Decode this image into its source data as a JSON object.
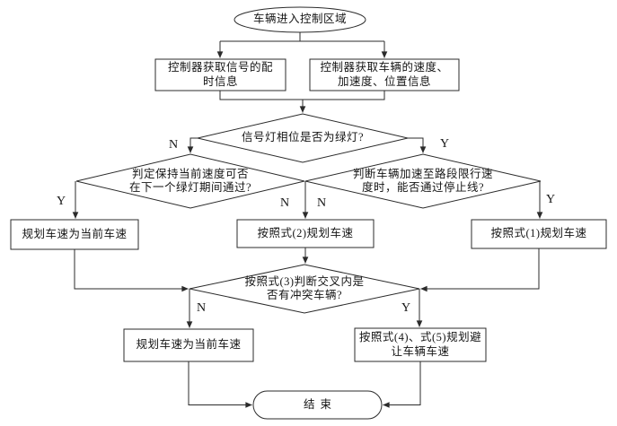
{
  "nodes": {
    "start": {
      "shape": "terminator",
      "text": "车辆进入控制区域"
    },
    "get_signal_timing": {
      "shape": "process",
      "lines": [
        "控制器获取信号的配",
        "时信息"
      ]
    },
    "get_vehicle_state": {
      "shape": "process",
      "lines": [
        "控制器获取车辆的速度、",
        "加速度、位置信息"
      ]
    },
    "green_phase_decision": {
      "shape": "decision",
      "text": "信号灯相位是否为绿灯?"
    },
    "keep_speed_decision": {
      "shape": "decision",
      "lines": [
        "判定保持当前速度可否",
        "在下一个绿灯期间通过?"
      ]
    },
    "accelerate_decision": {
      "shape": "decision",
      "lines": [
        "判断车辆加速至路段限行速",
        "度时，能否通过停止线?"
      ]
    },
    "plan_current_speed_1": {
      "shape": "process",
      "text": "规划车速为当前车速"
    },
    "plan_formula_2": {
      "shape": "process",
      "text": "按照式(2)规划车速"
    },
    "plan_formula_1": {
      "shape": "process",
      "text": "按照式(1)规划车速"
    },
    "conflict_decision": {
      "shape": "decision",
      "lines": [
        "按照式(3)判断交叉内是",
        "否有冲突车辆?"
      ]
    },
    "plan_current_speed_2": {
      "shape": "process",
      "text": "规划车速为当前车速"
    },
    "plan_formula_4_5": {
      "shape": "process",
      "lines": [
        "按照式(4)、式(5)规划避",
        "让车辆车速"
      ]
    },
    "end": {
      "shape": "terminator",
      "text": "结束"
    }
  },
  "branch_labels": {
    "green_phase_no": "N",
    "green_phase_yes": "Y",
    "keep_speed_yes": "Y",
    "keep_speed_no": "N",
    "accelerate_no": "N",
    "accelerate_yes": "Y",
    "conflict_no": "N",
    "conflict_yes": "Y"
  },
  "colors": {
    "line": "#2b2b2b",
    "text": "#151515",
    "node_fill": "#ffffff",
    "background": "#ffffff"
  }
}
